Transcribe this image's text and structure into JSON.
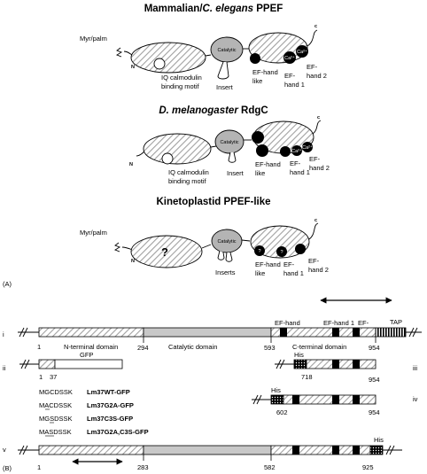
{
  "panel_a": {
    "label": "(A)",
    "mammalian": {
      "title_plain": "Mammalian/",
      "title_italic": "C. elegans",
      "title_tail": " PPEF",
      "myr_palm": "Myr/palm",
      "n_term": "N",
      "c_term": "c",
      "catalytic": "Catalytic",
      "iq_1": "IQ calmodulin",
      "iq_2": "binding motif",
      "insert": "Insert",
      "ef_like_1": "EF-hand",
      "ef_like_2": "like",
      "ef1_1": "EF-",
      "ef1_2": "hand 1",
      "ef2_1": "EF-",
      "ef2_2": "hand 2",
      "ca": "Ca²⁺"
    },
    "rdgc": {
      "title_italic": "D. melanogaster",
      "title_tail": " RdgC",
      "n_term": "N",
      "c_term": "c",
      "catalytic": "Catalytic",
      "iq_1": "IQ calmodulin",
      "iq_2": "binding motif",
      "insert": "Insert",
      "ef_like_1": "EF-hand",
      "ef_like_2": "like",
      "ef1_1": "EF-",
      "ef1_2": "hand 1",
      "ef2_1": "EF-",
      "ef2_2": "hand 2",
      "ca": "Ca²⁺"
    },
    "kineto": {
      "title": "Kinetoplastid PPEF-like",
      "myr_palm": "Myr/palm",
      "n_term": "N",
      "c_term": "c",
      "catalytic": "Catalytic",
      "question": "?",
      "q_small": "?",
      "inserts": "Inserts",
      "ef_like_1": "EF-hand",
      "ef_like_2": "like",
      "ef1_1": "EF-",
      "ef1_2": "hand 1",
      "ef2_1": "EF-",
      "ef2_2": "hand 2"
    }
  },
  "panel_b": {
    "label": "(B)",
    "row_i": {
      "roman": "i",
      "n_domain": "N-terminal domain",
      "cat_domain": "Catalytic domain",
      "c_domain": "C-terminal domain",
      "ef_hand": "EF-hand",
      "ef_hand1": "EF-hand 1",
      "ef_dash": "EF-",
      "tap": "TAP",
      "p1": "1",
      "p294": "294",
      "p593": "593",
      "p954": "954"
    },
    "row_ii": {
      "roman": "ii",
      "gfp": "GFP",
      "p1": "1",
      "p37": "37"
    },
    "constructs": [
      {
        "seq": "MGCDSSK",
        "name": "Lm37WT-GFP"
      },
      {
        "seq": "MACDSSK",
        "name": "Lm37G2A-GFP"
      },
      {
        "seq": "MGSDSSK",
        "name": "Lm37C3S-GFP"
      },
      {
        "seq": "MASDSSK",
        "name": "Lm37G2A,C3S-GFP"
      }
    ],
    "row_iii": {
      "roman": "iii",
      "his": "His",
      "p718": "718",
      "p954": "954"
    },
    "row_iv": {
      "roman": "iv",
      "his": "His",
      "p602": "602",
      "p954": "954"
    },
    "row_v": {
      "roman": "v",
      "his": "His",
      "p1": "1",
      "p283": "283",
      "p582": "582",
      "p925": "925"
    }
  }
}
